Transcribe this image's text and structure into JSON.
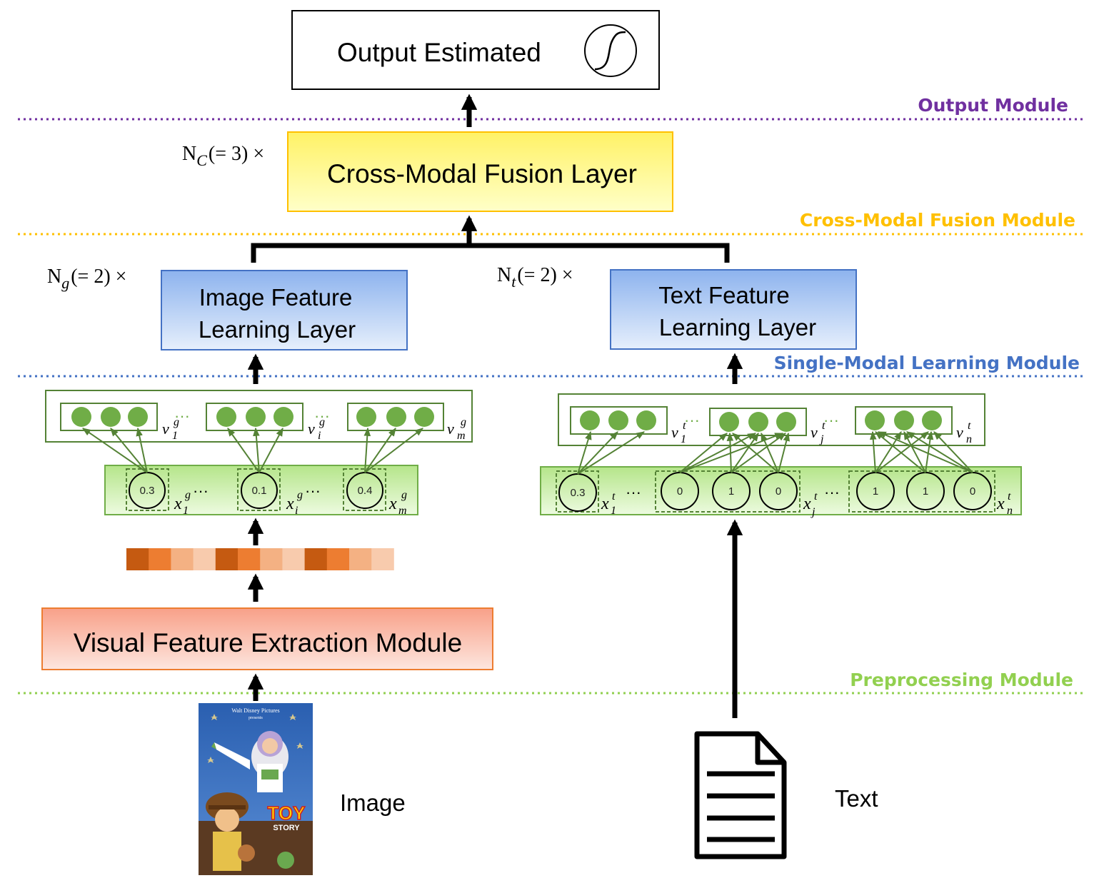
{
  "modules": {
    "output": {
      "label": "Output Module",
      "color": "#7030a0"
    },
    "fusion": {
      "label": "Cross-Modal Fusion Module",
      "color": "#ffc000"
    },
    "single": {
      "label": "Single-Modal Learning Module",
      "color": "#4472c4"
    },
    "preprocessing": {
      "label": "Preprocessing Module",
      "color": "#92d050"
    }
  },
  "boxes": {
    "output_estimated": "Output Estimated",
    "fusion_layer": "Cross-Modal Fusion Layer",
    "image_layer_line1": "Image Feature",
    "image_layer_line2": "Learning Layer",
    "text_layer_line1": "Text Feature",
    "text_layer_line2": "Learning Layer",
    "visual_extraction": "Visual Feature Extraction Module"
  },
  "repeats": {
    "fusion": {
      "base": "N",
      "sub": "C",
      "rest": "(= 3) ×"
    },
    "image": {
      "base": "N",
      "sub": "g",
      "rest": "(= 2) ×"
    },
    "text": {
      "base": "N",
      "sub": "t",
      "rest": "(= 2) ×"
    }
  },
  "image_branch": {
    "input_values": [
      "0.3",
      "0.1",
      "0.4"
    ],
    "input_labels": [
      {
        "var": "x",
        "sup": "g",
        "sub": "1"
      },
      {
        "var": "x",
        "sup": "g",
        "sub": "i"
      },
      {
        "var": "x",
        "sup": "g",
        "sub": "m"
      }
    ],
    "embedding_labels": [
      {
        "var": "v",
        "sup": "g",
        "sub": "1"
      },
      {
        "var": "v",
        "sup": "g",
        "sub": "i"
      },
      {
        "var": "v",
        "sup": "g",
        "sub": "m"
      }
    ],
    "ellipsis": "···"
  },
  "text_branch": {
    "input_values": [
      "0.3",
      "0",
      "1",
      "0",
      "1",
      "1",
      "0"
    ],
    "input_labels": [
      {
        "var": "x",
        "sup": "t",
        "sub": "1"
      },
      {
        "var": "x",
        "sup": "t",
        "sub": "j"
      },
      {
        "var": "x",
        "sup": "t",
        "sub": "n"
      }
    ],
    "embedding_labels": [
      {
        "var": "v",
        "sup": "t",
        "sub": "1"
      },
      {
        "var": "v",
        "sup": "t",
        "sub": "j"
      },
      {
        "var": "v",
        "sup": "t",
        "sub": "n"
      }
    ],
    "ellipsis": "···"
  },
  "feature_bar_colors": [
    "#c55a11",
    "#ed7d31",
    "#f4b183",
    "#f8cbad",
    "#c55a11",
    "#ed7d31",
    "#f4b183",
    "#f8cbad",
    "#c55a11",
    "#ed7d31",
    "#f4b183",
    "#f8cbad"
  ],
  "inputs": {
    "image_label": "Image",
    "text_label": "Text",
    "poster_brand": "Walt Disney Pictures",
    "poster_sub": "presents",
    "poster_title_1": "TOY",
    "poster_title_2": "STORY"
  },
  "icons": [
    "sigmoid-icon",
    "document-icon",
    "movie-poster-image"
  ]
}
